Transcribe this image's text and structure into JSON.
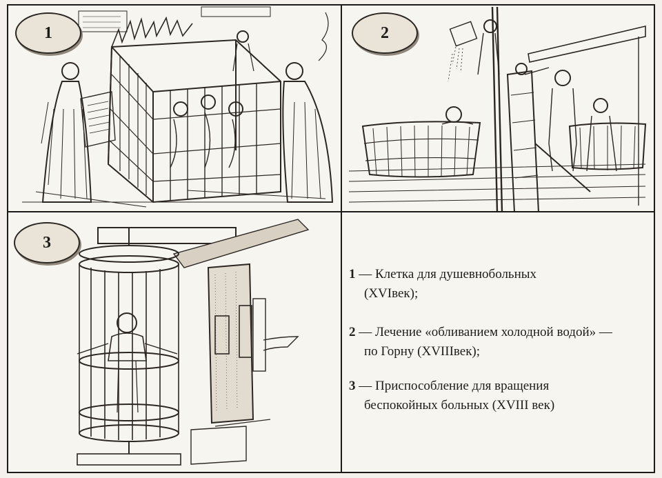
{
  "panels": [
    {
      "badge": "1"
    },
    {
      "badge": "2"
    },
    {
      "badge": "3"
    }
  ],
  "captions": [
    {
      "num": "1",
      "dash": "—",
      "line1": "Клетка для душевнобольных",
      "line2": "(XVIвек);"
    },
    {
      "num": "2",
      "dash": "—",
      "line1": "Лечение «обливанием холодной водой» —",
      "line2": "по Горну  (XVIIIвек);"
    },
    {
      "num": "3",
      "dash": "—",
      "line1": "Приспособление для вращения",
      "line2": "беспокойных больных (XVIII  век)"
    }
  ]
}
